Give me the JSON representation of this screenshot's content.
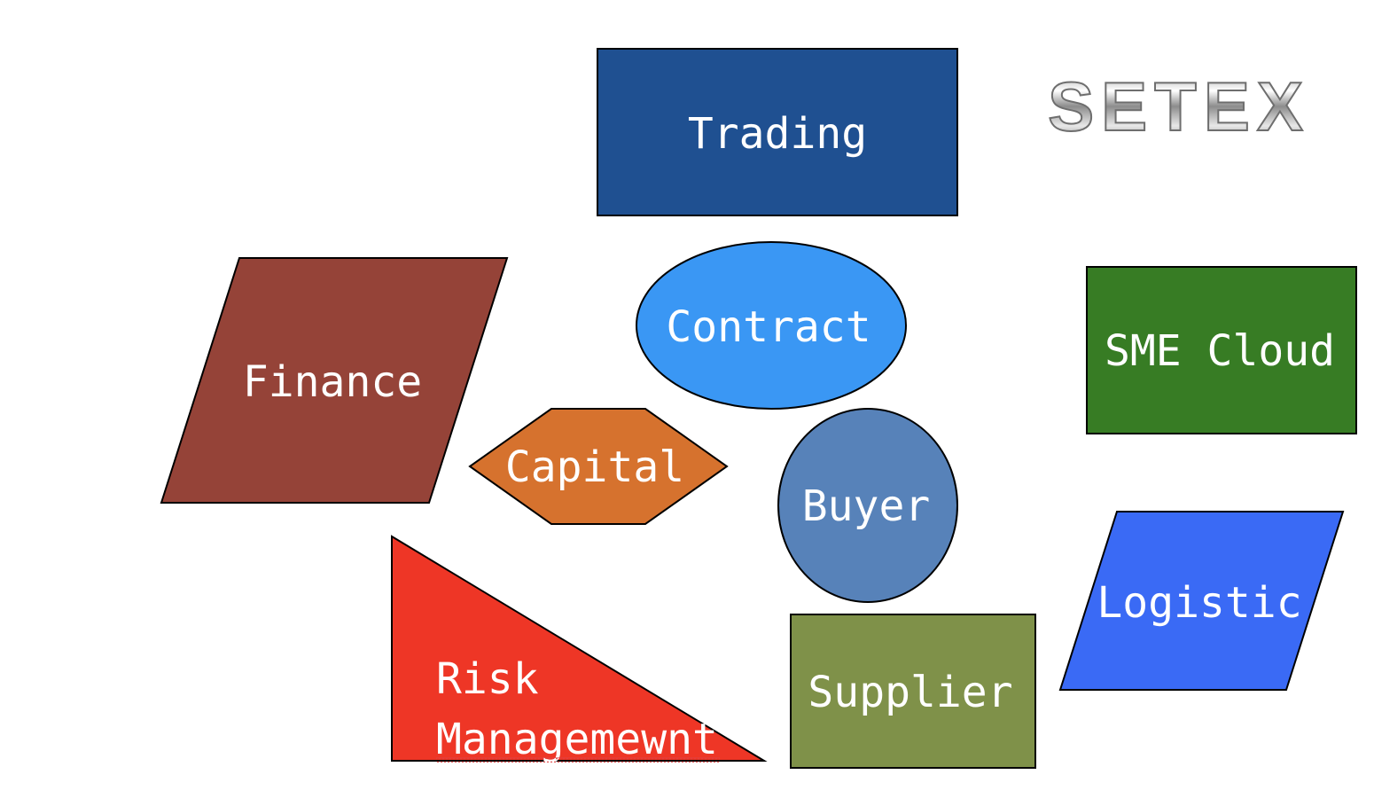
{
  "diagram": {
    "logo": {
      "text": "SETEX"
    },
    "nodes": [
      {
        "id": "trading",
        "label": "Trading",
        "shape": "rectangle",
        "color": "#1F5091"
      },
      {
        "id": "contract",
        "label": "Contract",
        "shape": "ellipse",
        "color": "#3A97F4"
      },
      {
        "id": "finance",
        "label": "Finance",
        "shape": "parallelogram",
        "color": "#954338"
      },
      {
        "id": "capital",
        "label": "Capital",
        "shape": "hexagon",
        "color": "#D6722E"
      },
      {
        "id": "buyer",
        "label": "Buyer",
        "shape": "ellipse",
        "color": "#5782B9"
      },
      {
        "id": "sme-cloud",
        "label": "SME Cloud",
        "shape": "rectangle",
        "color": "#377C24"
      },
      {
        "id": "logistic",
        "label": "Logistic",
        "shape": "parallelogram",
        "color": "#3A6AF5"
      },
      {
        "id": "risk-management",
        "label_lines": [
          "Risk",
          "Managemewnt"
        ],
        "shape": "right-triangle",
        "color": "#EE3626"
      },
      {
        "id": "supplier",
        "label": "Supplier",
        "shape": "rectangle",
        "color": "#7F9149"
      }
    ]
  }
}
